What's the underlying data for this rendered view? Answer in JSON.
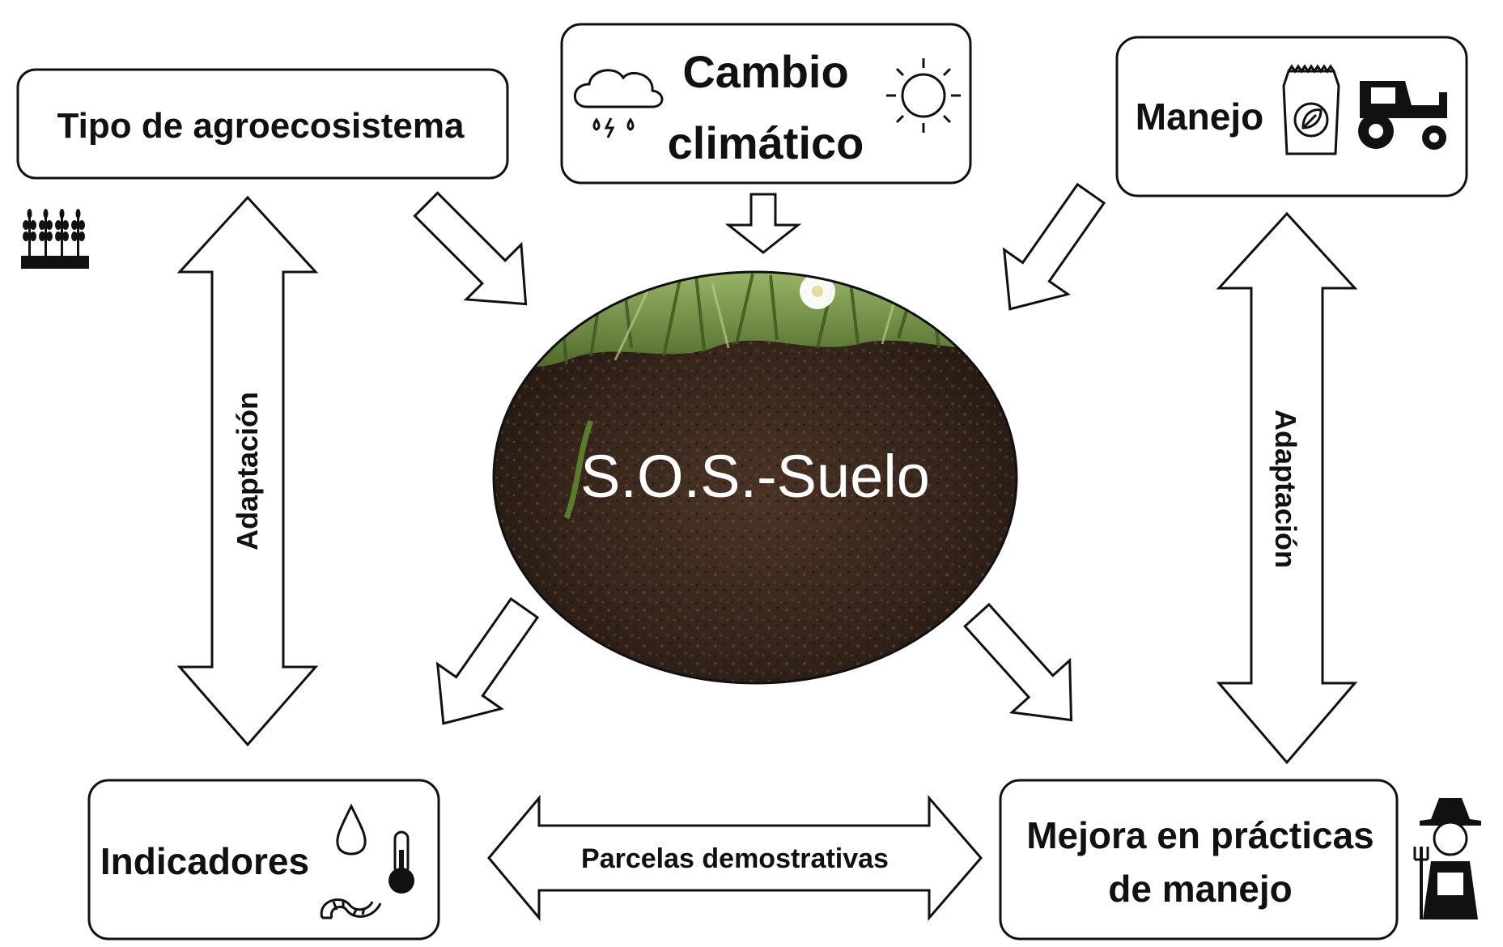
{
  "boxes": {
    "agroecosystem": {
      "label": "Tipo de agroecosistema",
      "icon": "wheat-field-icon"
    },
    "climate": {
      "line1": "Cambio",
      "line2": "climático",
      "icons": [
        "rain-cloud-icon",
        "sun-icon"
      ]
    },
    "management": {
      "label": "Manejo",
      "icons": [
        "fertilizer-bag-icon",
        "tractor-icon"
      ]
    },
    "indicators": {
      "label": "Indicadores",
      "icons": [
        "water-drop-icon",
        "thermometer-icon",
        "earthworm-icon"
      ]
    },
    "improvement": {
      "line1": "Mejora en prácticas",
      "line2": "de manejo",
      "icon": "farmer-icon"
    }
  },
  "center": {
    "label": "S.O.S.-Suelo",
    "image": "soil-with-grass"
  },
  "arrows": {
    "left_vertical_label": "Adaptación",
    "right_vertical_label": "Adaptación",
    "bottom_horizontal_label": "Parcelas demostrativas"
  },
  "colors": {
    "stroke": "#111111",
    "soil_dark": "#2e1f16",
    "soil_mid": "#4a3326",
    "grass": "#6f8f3a"
  }
}
